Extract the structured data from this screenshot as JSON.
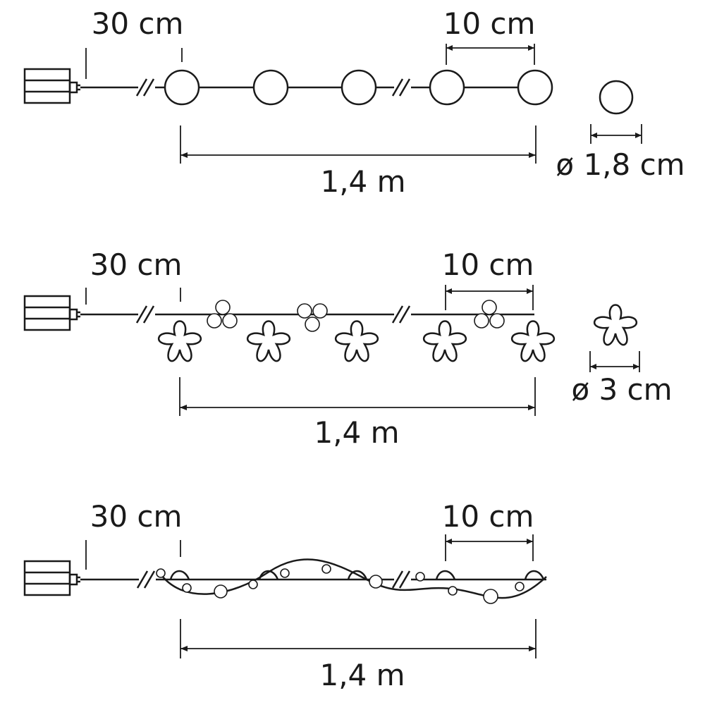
{
  "diagrams": [
    {
      "variant": "round bulbs",
      "lead_length": "30 cm",
      "spacing": "10 cm",
      "total_length": "1,4 m",
      "diameter": "ø 1,8 cm"
    },
    {
      "variant": "flowers",
      "lead_length": "30 cm",
      "spacing": "10 cm",
      "total_length": "1,4 m",
      "diameter": "ø 3 cm"
    },
    {
      "variant": "wavy wire",
      "lead_length": "30 cm",
      "spacing": "10 cm",
      "total_length": "1,4 m"
    }
  ],
  "colors": {
    "line": "#1a1a1a",
    "background": "#ffffff"
  },
  "icons": [
    "battery-box-icon",
    "cable-break-icon",
    "bulb-icon",
    "flower-icon"
  ]
}
